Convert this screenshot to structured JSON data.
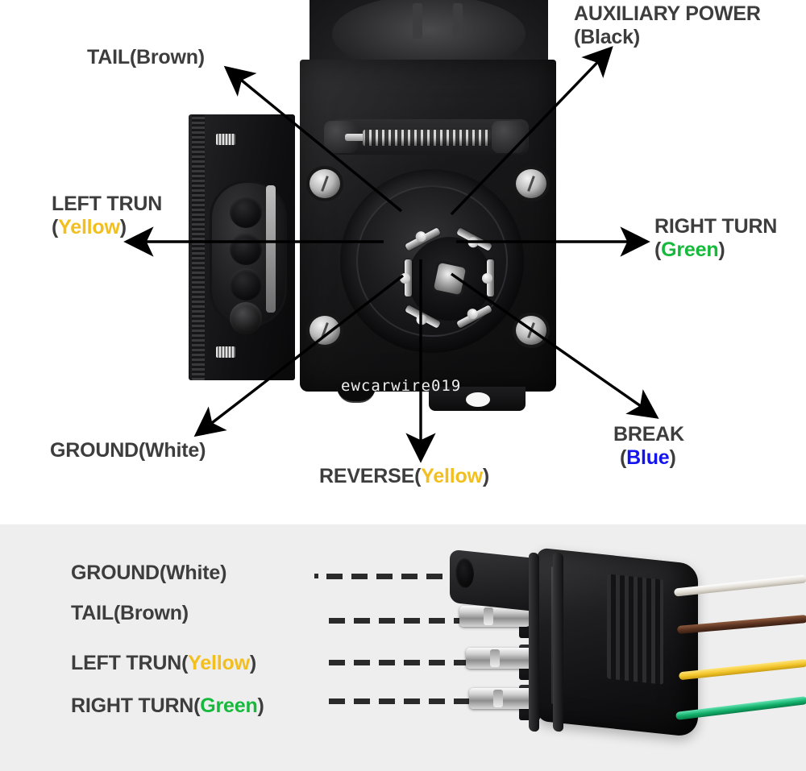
{
  "diagram": {
    "top_panel": {
      "watermark": "ewcarwire019",
      "product_name": "7-way-rv-trailer-socket",
      "callouts": [
        {
          "id": "tail",
          "line1": "TAIL(Brown)",
          "line2": "",
          "color_word": "",
          "color_hex": "#3d3d3d"
        },
        {
          "id": "auxiliary",
          "line1": "AUXILIARY POWER",
          "line2": "(Black)",
          "color_word": "Black",
          "color_hex": "#3d3d3d"
        },
        {
          "id": "left-turn",
          "line1": "LEFT TRUN",
          "line2": "(Yellow)",
          "color_word": "Yellow",
          "color_hex": "#f2bf1e"
        },
        {
          "id": "right-turn",
          "line1": "RIGHT TURN",
          "line2": "(Green)",
          "color_word": "Green",
          "color_hex": "#16b93b"
        },
        {
          "id": "ground",
          "line1": "GROUND(White)",
          "line2": "",
          "color_word": "White",
          "color_hex": "#3d3d3d"
        },
        {
          "id": "reverse",
          "line1": "REVERSE(",
          "line2": "",
          "color_word": "Yellow",
          "color_hex": "#f2bf1e"
        },
        {
          "id": "break",
          "line1": "BREAK",
          "line2": "(Blue)",
          "color_word": "Blue",
          "color_hex": "#1414ee"
        }
      ],
      "label_tail_text": "TAIL(Brown)",
      "label_aux_line1": "AUXILIARY POWER",
      "label_aux_line2": "(Black)",
      "label_leftturn_line1": "LEFT TRUN",
      "label_leftturn_open": "(",
      "label_leftturn_word": "Yellow",
      "label_leftturn_close": ")",
      "label_rightturn_line1": "RIGHT TURN",
      "label_rightturn_open": "(",
      "label_rightturn_word": "Green",
      "label_rightturn_close": ")",
      "label_ground_text": "GROUND(White)",
      "label_reverse_pre": "REVERSE(",
      "label_reverse_word": "Yellow",
      "label_reverse_close": ")",
      "label_break_line1": "BREAK",
      "label_break_open": "(",
      "label_break_word": "Blue",
      "label_break_close": ")"
    },
    "bottom_panel": {
      "product_name": "4-pin-flat-trailer-connector",
      "rows": [
        {
          "id": "ground",
          "pre": "GROUND(White)",
          "word": "",
          "close": "",
          "color_hex": "#3d3d3d",
          "wire_color": "#ffffff"
        },
        {
          "id": "tail",
          "pre": "TAIL(Brown)",
          "word": "",
          "close": "",
          "color_hex": "#3d3d3d",
          "wire_color": "#5a3220"
        },
        {
          "id": "left-turn",
          "pre": "LEFT TRUN(",
          "word": "Yellow",
          "close": ")",
          "color_hex": "#f2bf1e",
          "wire_color": "#f2c52a"
        },
        {
          "id": "right-turn",
          "pre": "RIGHT TURN(",
          "word": "Green",
          "close": ")",
          "color_hex": "#16b93b",
          "wire_color": "#12b06a"
        }
      ],
      "row1_pre": "GROUND(White)",
      "row2_pre": "TAIL(Brown)",
      "row3_pre": "LEFT TRUN(",
      "row3_word": "Yellow",
      "row3_close": ")",
      "row4_pre": "RIGHT TURN(",
      "row4_word": "Green",
      "row4_close": ")"
    },
    "colors": {
      "text_dark": "#3d3d3d",
      "yellow": "#f2bf1e",
      "green": "#16b93b",
      "blue": "#1414ee",
      "panel_top_bg": "#ffffff",
      "panel_bottom_bg": "#eeeeee",
      "arrow": "#000000"
    }
  }
}
